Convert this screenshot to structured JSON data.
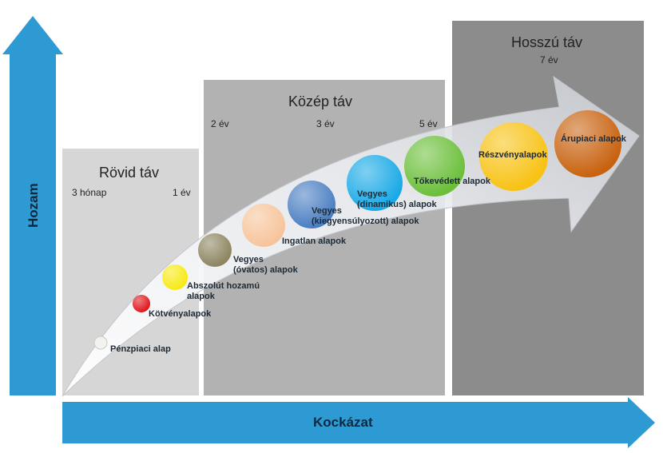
{
  "axes": {
    "y_label": "Hozam",
    "x_label": "Kockázat"
  },
  "zones": {
    "short": {
      "title": "Rövid táv",
      "ticks": [
        "3 hónap",
        "1 év"
      ]
    },
    "mid": {
      "title": "Közép táv",
      "ticks": [
        "2 év",
        "3 év",
        "5 év"
      ]
    },
    "long": {
      "title": "Hosszú táv",
      "ticks": [
        "7 év"
      ]
    }
  },
  "funds": [
    {
      "lines": [
        "Pénzpiaci alap"
      ],
      "color": "#f2f2ee"
    },
    {
      "lines": [
        "Kötvényalapok"
      ],
      "color": "#e0161c"
    },
    {
      "lines": [
        "Abszolút hozamú",
        "alapok"
      ],
      "color": "#f7ea12"
    },
    {
      "lines": [
        "Vegyes",
        "(óvatos) alapok"
      ],
      "color": "#8c8560"
    },
    {
      "lines": [
        "Ingatlan alapok"
      ],
      "color": "#f7c49a"
    },
    {
      "lines": [
        "Vegyes",
        "(kiegyensúlyozott) alapok"
      ],
      "color": "#4a7ec2"
    },
    {
      "lines": [
        "Vegyes",
        "(dinamikus) alapok"
      ],
      "color": "#18a9e6"
    },
    {
      "lines": [
        "Tőkevédett alapok"
      ],
      "color": "#6bbf3a"
    },
    {
      "lines": [
        "Részvényalapok"
      ],
      "color": "#f8c214"
    },
    {
      "lines": [
        "Árupiaci alapok"
      ],
      "color": "#c8620f"
    }
  ],
  "colors": {
    "axis_blue": "#2e9ad4",
    "axis_text": "#10283e"
  }
}
